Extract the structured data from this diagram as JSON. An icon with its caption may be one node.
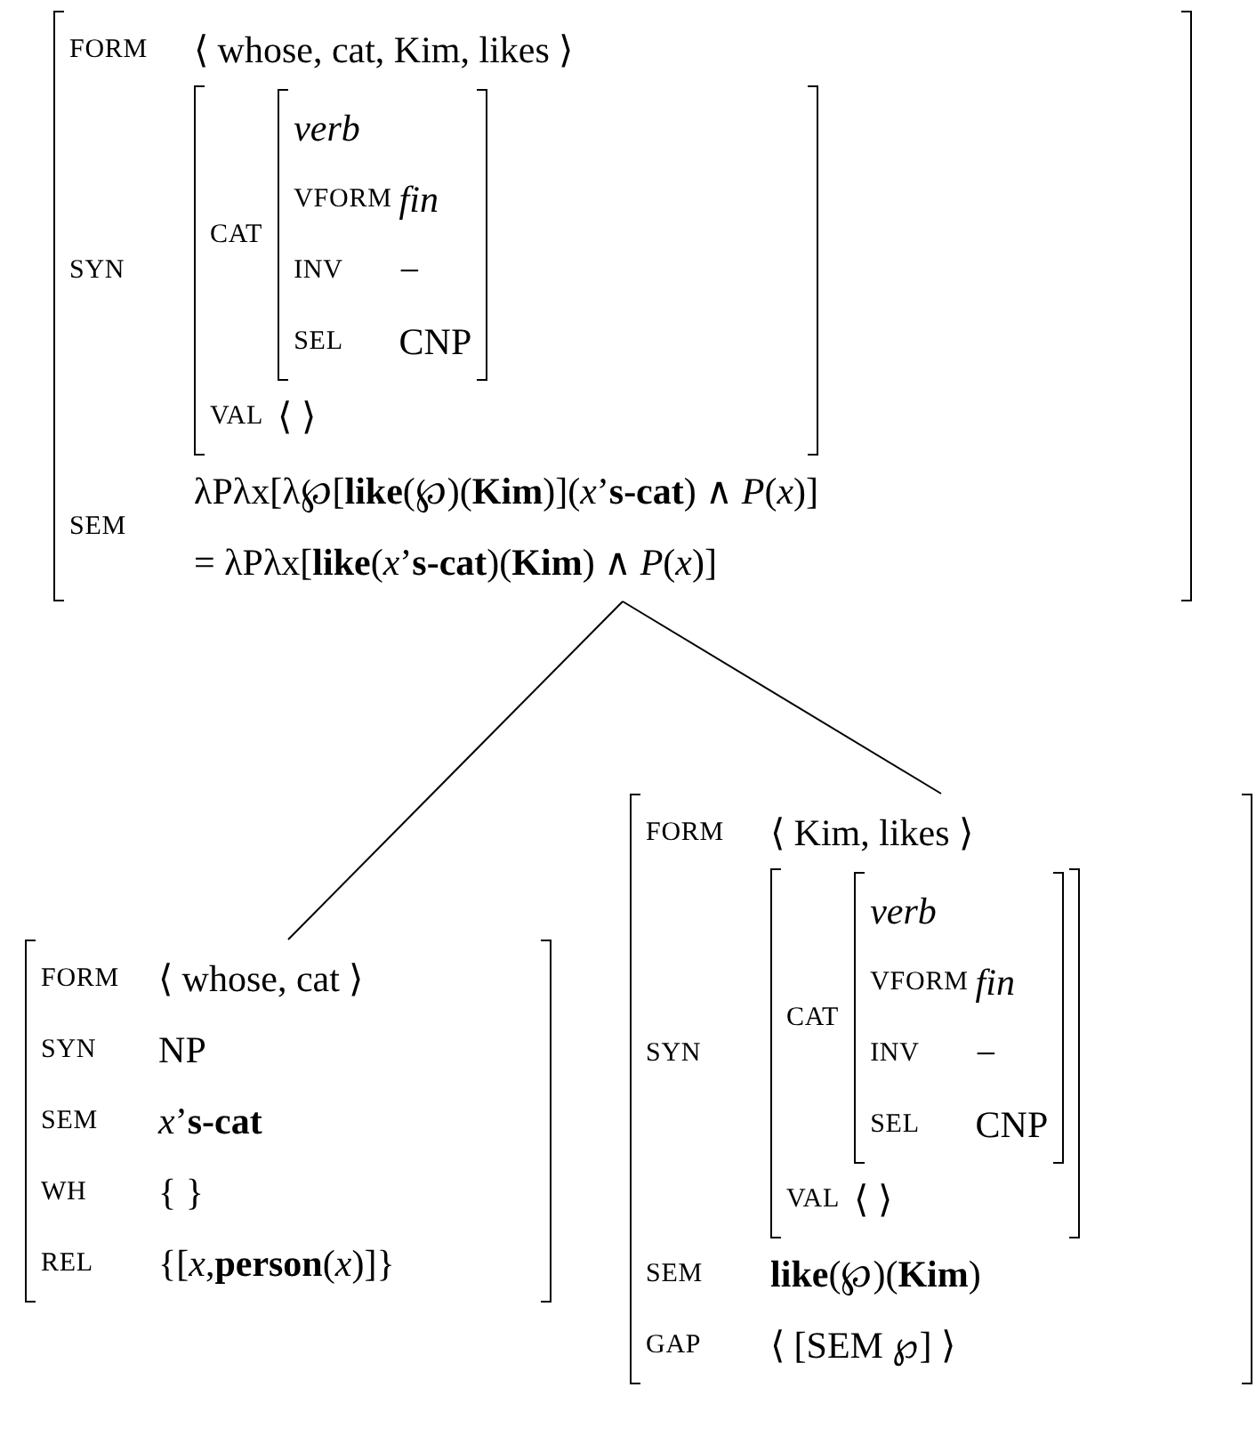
{
  "diagram": {
    "nodes": [
      {
        "text": [
          "FORM",
          "⟨ whose, cat, Kim, likes ⟩",
          "SYN",
          "SEM",
          "λPλx[λ℘[**like**(℘)(**Kim**)](*x*’**s-cat**) ∧ *P*(*x*)]",
          "= λPλx[**like**(*x*’**s-cat**)(**Kim**) ∧ *P*(*x*)]"
        ]
      },
      {
        "text": [
          "CAT",
          "VAL",
          "⟨ ⟩"
        ],
        "in": 0
      },
      {
        "text": [
          "verb",
          "VFORM",
          "fin",
          "INV",
          "−",
          "SEL",
          "CNP"
        ],
        "in": 1
      },
      {
        "text": [
          "FORM",
          "⟨ whose, cat ⟩",
          "SYN",
          "NP",
          "SEM",
          "*x*’**s-cat**",
          "WH",
          "{ }",
          "REL",
          "{[*x*,**person**(*x*)]}"
        ]
      },
      {
        "text": [
          "FORM",
          "⟨ Kim, likes ⟩",
          "SYN",
          "SEM",
          "**like**(℘)(**Kim**)",
          "GAP",
          "⟨ [SEM ℘] ⟩"
        ]
      },
      {
        "text": [
          "CAT",
          "VAL",
          "⟨ ⟩"
        ],
        "in": 4
      },
      {
        "text": [
          "verb",
          "VFORM",
          "fin",
          "INV",
          "−",
          "SEL",
          "CNP"
        ],
        "in": 5
      }
    ],
    "edges": [
      {
        "from": 0,
        "to": 3,
        "arrow": "none"
      },
      {
        "from": 0,
        "to": 4,
        "arrow": "none"
      }
    ]
  }
}
